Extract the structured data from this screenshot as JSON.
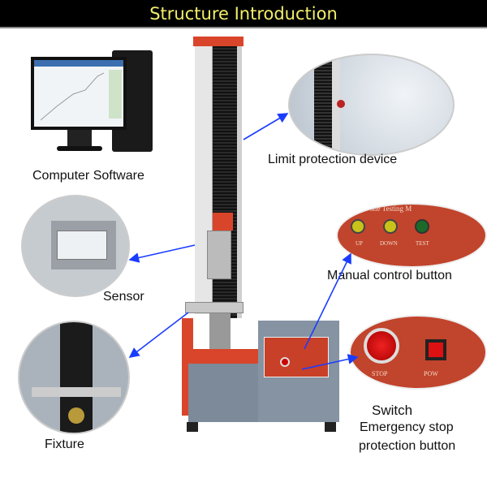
{
  "header": {
    "title": "Structure Introduction"
  },
  "labels": {
    "computer_software": "Computer Software",
    "limit_protection": "Limit protection device",
    "sensor": "Sensor",
    "fixture": "Fixture",
    "manual_control": "Manual control button",
    "switch": "Switch",
    "emergency_line1": "Emergency stop",
    "emergency_line2": "protection button"
  },
  "control_panel": {
    "panel_text": "sile Testing M",
    "buttons": [
      {
        "label": "UP",
        "color": "#c8c21a"
      },
      {
        "label": "DOWN",
        "color": "#c8c21a"
      },
      {
        "label": "TEST",
        "color": "#1b6a2a"
      }
    ]
  },
  "switch_panel": {
    "stop_label": "STOP",
    "power_label": "POW"
  },
  "colors": {
    "header_bg": "#000000",
    "title": "#f2ee6a",
    "arrow": "#1a3cff",
    "machine_red": "#d9452a",
    "cabinet": "#7d8a99"
  }
}
